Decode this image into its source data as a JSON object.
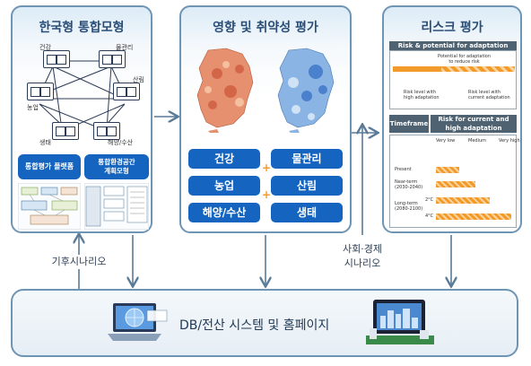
{
  "panels": {
    "left": {
      "title": "한국형 통합모형",
      "nodes": [
        "건강",
        "물관리",
        "산림",
        "농업",
        "생태",
        "해양/수산"
      ],
      "tab_platform": "통합평가 플랫폼",
      "tab_model": "통합환경공간\n계획모형"
    },
    "middle": {
      "title": "영향 및 취약성 평가",
      "sectors": [
        "건강",
        "물관리",
        "농업",
        "산림",
        "해양/수산",
        "생태"
      ]
    },
    "right": {
      "title": "리스크 평가",
      "table1_header": "Risk & potential for adaptation",
      "table1_top": "Potential for adaptation\nto reduce risk",
      "table1_high": "Risk level with\nhigh adaptation",
      "table1_current": "Risk level with\ncurrent adaptation",
      "table2_timeframe": "Timeframe",
      "table2_header": "Risk for current and\nhigh adaptation",
      "levels": [
        "Very low",
        "Medium",
        "Very high"
      ],
      "rows": [
        "Present",
        "Near-term\n(2030-2040)",
        "Long-term\n(2080-2100)"
      ],
      "temps": [
        "2°C",
        "4°C"
      ]
    }
  },
  "annotations": {
    "climate": "기후시나리오",
    "socio": "사회·경제\n시나리오"
  },
  "bottom": {
    "label": "DB/전산 시스템 및 홈페이지"
  },
  "colors": {
    "panel_border": "#6f95b5",
    "tab_blue": "#1565c0",
    "orange": "#f39b2a",
    "arrow": "#5a7a98"
  }
}
